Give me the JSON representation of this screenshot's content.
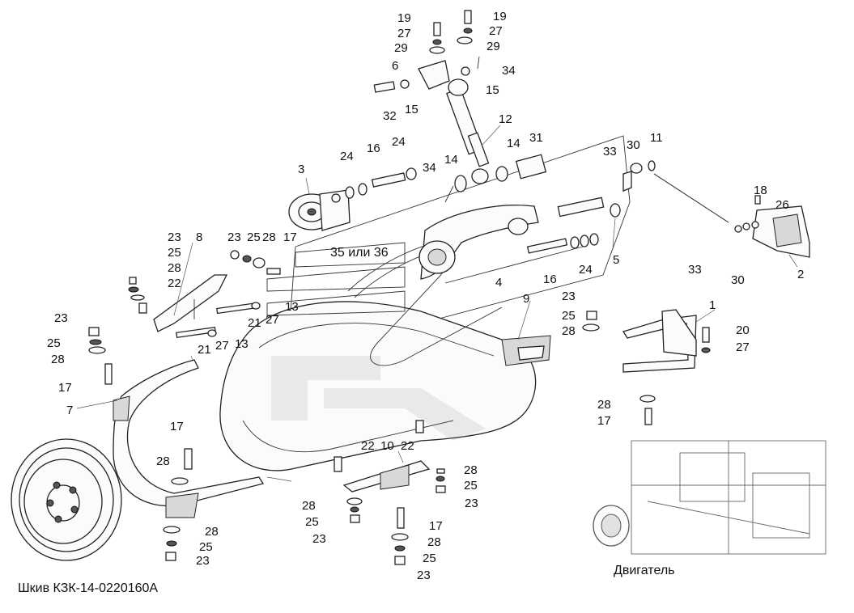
{
  "captions": {
    "pulley": "Шкив КЗК-14-0220160А",
    "engine": "Двигатель",
    "belt": "35 или 36"
  },
  "callouts": [
    "19",
    "27",
    "29",
    "19",
    "27",
    "29",
    "6",
    "15",
    "34",
    "32",
    "15",
    "12",
    "3",
    "24",
    "16",
    "24",
    "14",
    "34",
    "14",
    "31",
    "33",
    "30",
    "11",
    "18",
    "26",
    "2",
    "33",
    "30",
    "23",
    "25",
    "28",
    "22",
    "8",
    "23",
    "25",
    "28",
    "17",
    "13",
    "13",
    "21",
    "27",
    "21",
    "27",
    "16",
    "24",
    "4",
    "5",
    "9",
    "1",
    "23",
    "25",
    "28",
    "20",
    "27",
    "23",
    "25",
    "28",
    "17",
    "7",
    "17",
    "28",
    "22",
    "10",
    "22",
    "28",
    "25",
    "23",
    "28",
    "25",
    "23",
    "17",
    "28",
    "25",
    "23",
    "28",
    "17",
    "28",
    "25",
    "23"
  ]
}
